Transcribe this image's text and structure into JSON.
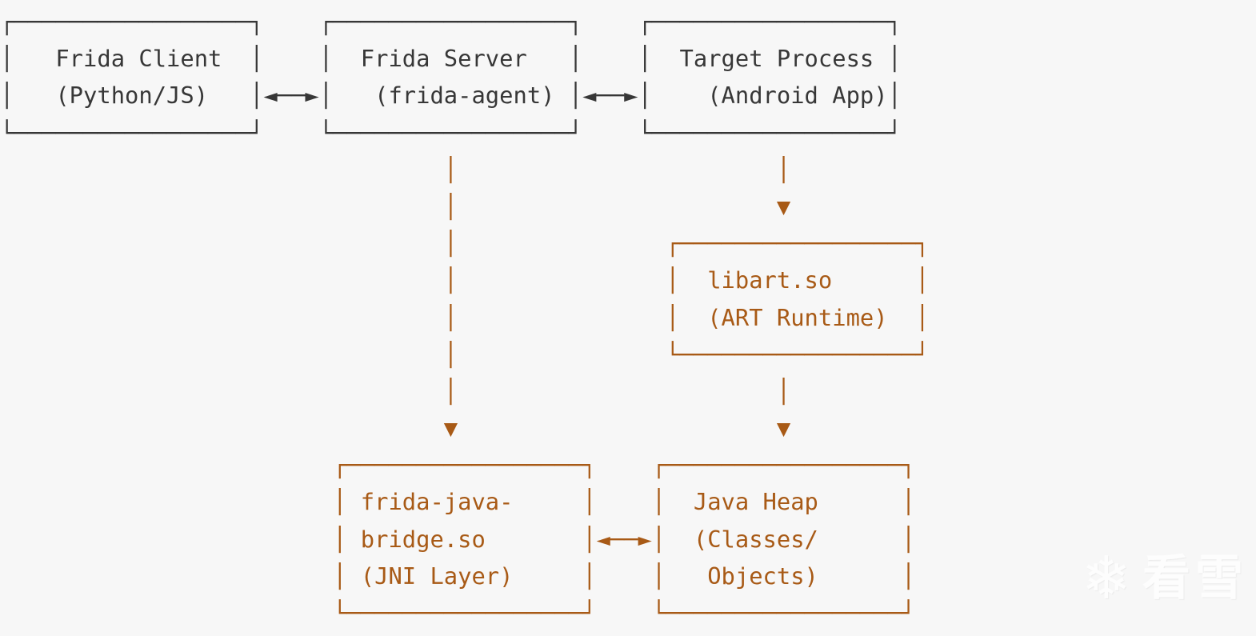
{
  "page": {
    "background": "#f7f7f7"
  },
  "colors": {
    "dark": "#373737",
    "orange": "#a85a16",
    "watermark": "#fdfdfd"
  },
  "nodes": [
    {
      "id": "frida-client",
      "label": "Frida Client",
      "sublabel": "(Python/JS)",
      "color": "dark"
    },
    {
      "id": "frida-server",
      "label": "Frida Server",
      "sublabel": "(frida-agent)",
      "color": "dark"
    },
    {
      "id": "target-process",
      "label": "Target Process",
      "sublabel": "(Android App)",
      "color": "dark"
    },
    {
      "id": "libart",
      "label": "libart.so",
      "sublabel": "(ART Runtime)",
      "color": "orange"
    },
    {
      "id": "frida-java-bridge",
      "label": "frida-java-bridge.so",
      "sublabel": "(JNI Layer)",
      "color": "orange"
    },
    {
      "id": "java-heap",
      "label": "Java Heap",
      "sublabel": "(Classes/ Objects)",
      "color": "orange"
    }
  ],
  "edges": [
    {
      "from": "frida-client",
      "to": "frida-server",
      "style": "bidirectional-horizontal"
    },
    {
      "from": "frida-server",
      "to": "target-process",
      "style": "bidirectional-horizontal"
    },
    {
      "from": "frida-server",
      "to": "frida-java-bridge",
      "style": "down-dashed"
    },
    {
      "from": "target-process",
      "to": "libart",
      "style": "down"
    },
    {
      "from": "libart",
      "to": "java-heap",
      "style": "down"
    },
    {
      "from": "frida-java-bridge",
      "to": "java-heap",
      "style": "bidirectional-horizontal"
    }
  ],
  "diagram": {
    "rows": [
      {
        "color": "dark",
        "text": "┌─────────────────┐    ┌─────────────────┐    ┌─────────────────┐"
      },
      {
        "color": "dark",
        "text": "│   Frida Client  │    │  Frida Server   │    │  Target Process │"
      },
      {
        "color": "dark",
        "text": "│   (Python/JS)   │◄──►│   (frida-agent) │◄──►│    (Android App)│"
      },
      {
        "color": "dark",
        "text": "└─────────────────┘    └─────────────────┘    └─────────────────┘"
      },
      {
        "color": "orange",
        "text": "                                │                       │"
      },
      {
        "color": "orange",
        "text": "                                │                       ▼"
      },
      {
        "color": "orange",
        "text": "                                │               ┌─────────────────┐"
      },
      {
        "color": "orange",
        "text": "                                │               │  libart.so      │"
      },
      {
        "color": "orange",
        "text": "                                │               │  (ART Runtime)  │"
      },
      {
        "color": "orange",
        "text": "                                │               └─────────────────┘"
      },
      {
        "color": "orange",
        "text": "                                │                       │"
      },
      {
        "color": "orange",
        "text": "                                ▼                       ▼"
      },
      {
        "color": "orange",
        "text": "                        ┌─────────────────┐    ┌─────────────────┐"
      },
      {
        "color": "orange",
        "text": "                        │ frida-java-     │    │  Java Heap      │"
      },
      {
        "color": "orange",
        "text": "                        │ bridge.so       │◄──►│  (Classes/      │"
      },
      {
        "color": "orange",
        "text": "                        │ (JNI Layer)     │    │   Objects)      │"
      },
      {
        "color": "orange",
        "text": "                        └─────────────────┘    └─────────────────┘"
      }
    ]
  },
  "watermark": {
    "icon": "snowflake-icon",
    "icon_glyph": "❄",
    "text": "看雪"
  }
}
